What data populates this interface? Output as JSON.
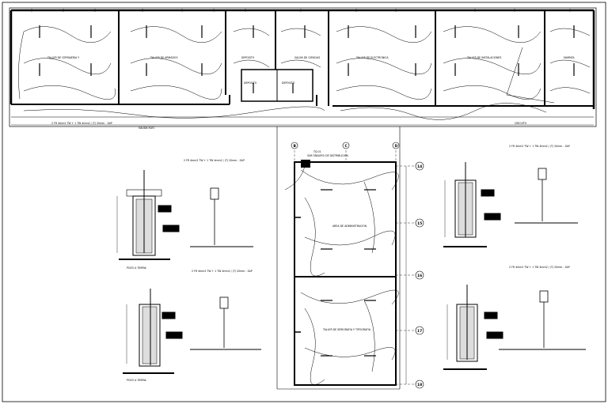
{
  "plan_top": {
    "room_labels": [
      "TALLER DE CERRAJERIA Y",
      "TALLER DE ARMADOS",
      "DEPOSITO",
      "SALON DE CIENCIAS",
      "TALLER DE ELECTRONICA",
      "TALLER DE INSTALACIONES",
      "MARMOL"
    ],
    "small_room_labels": [
      "DEPOSITO",
      "DEPOSITO"
    ],
    "feeder_label": "2 FR 4mm2 TW + 1 TW 4mm2 / (T) 20mm - SAP",
    "note_label": "SALIDA ELEC",
    "right_tag": "CIRCUITO"
  },
  "plan_bottom": {
    "room_labels": [
      "AREA DE ADMINISTRACION",
      "TALLER DE SERIGRAFIA Y TIPOGRAFIA"
    ],
    "board_label": "TD-01",
    "board_sub": "SUB TABLERO DE DISTRIBUCION",
    "axis_top": [
      "B",
      "C",
      "D"
    ],
    "axis_right": [
      "14",
      "15",
      "16",
      "17",
      "18"
    ]
  },
  "details": {
    "spec_label": "2 FR 4mm2 TW + 1 TW 4mm2 / (T) 20mm - SAP",
    "pit_label": "POZO A TIERRA"
  }
}
